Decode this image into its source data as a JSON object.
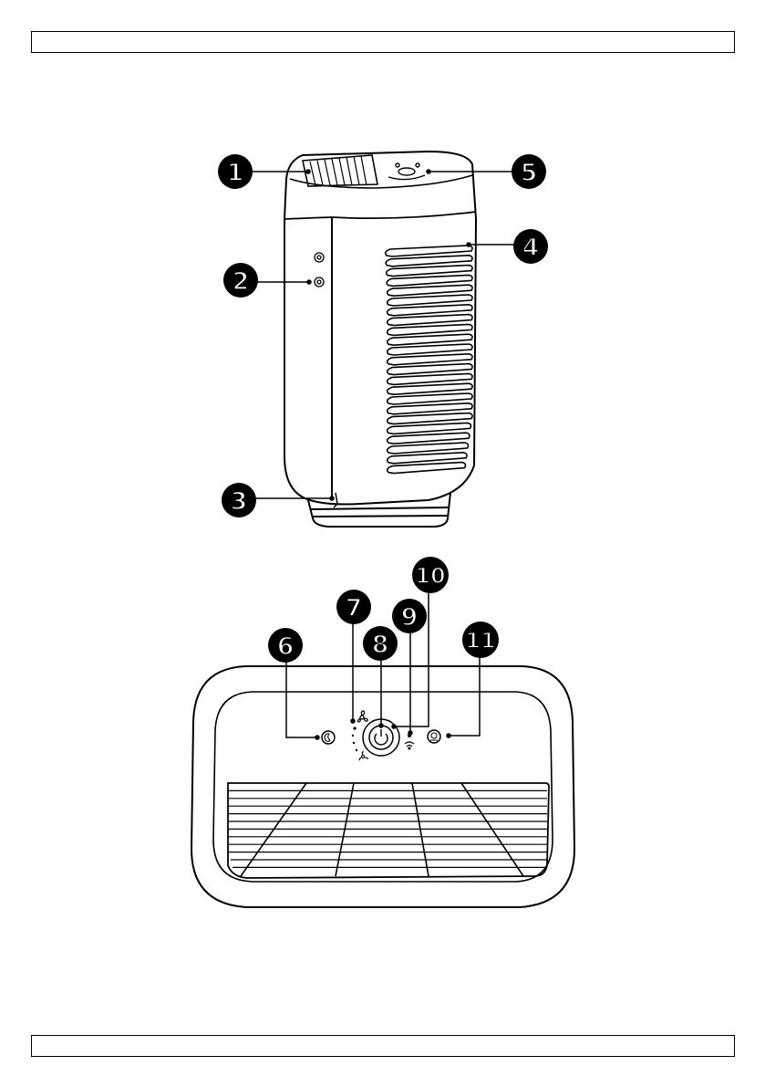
{
  "header": {
    "text": ""
  },
  "footer": {
    "text": ""
  },
  "figure_top": {
    "callouts": [
      {
        "label": "1"
      },
      {
        "label": "2"
      },
      {
        "label": "3"
      },
      {
        "label": "4"
      },
      {
        "label": "5"
      }
    ]
  },
  "figure_bottom": {
    "callouts": [
      {
        "label": "6"
      },
      {
        "label": "7"
      },
      {
        "label": "8"
      },
      {
        "label": "9"
      },
      {
        "label": "10"
      },
      {
        "label": "11"
      }
    ]
  },
  "icons": [
    "fan-icon",
    "power-icon",
    "wifi-icon",
    "sleep-mode-icon",
    "air-quality-icon",
    "lock-icon"
  ],
  "colors": {
    "line": "#000000",
    "callout_fill": "#000000",
    "callout_text": "#ffffff"
  }
}
